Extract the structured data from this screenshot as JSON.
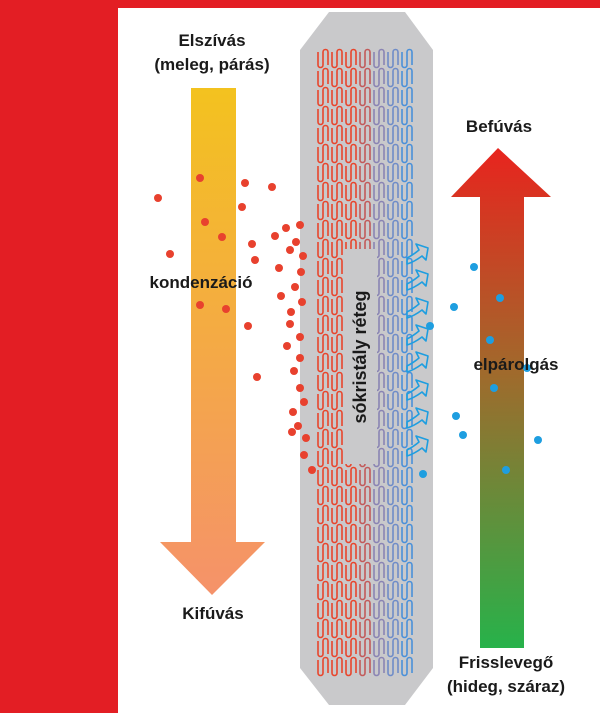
{
  "labels": {
    "exhaust_in_line1": "Elszívás",
    "exhaust_in_line2": "(meleg, párás)",
    "exhaust_out": "Kifúvás",
    "supply_out": "Befúvás",
    "fresh_air_line1": "Frisslevegő",
    "fresh_air_line2": "(hideg, száraz)",
    "condensation": "kondenzáció",
    "evaporation": "elpárolgás",
    "salt_layer": "sókristály réteg"
  },
  "colors": {
    "brand_red": "#e31e24",
    "exchanger_gray": "#c9c9cb",
    "warm_fin": "#e8452c",
    "mid_fin": "#8a84b4",
    "cool_fin": "#4a90d9",
    "droplet_red": "#e8412e",
    "droplet_blue": "#1e9ee0",
    "arrow_warm_top": "#f3c21f",
    "arrow_warm_bottom": "#f5926a",
    "arrow_cool_top": "#e8241e",
    "arrow_cool_bottom": "#27b24a"
  },
  "icons": {
    "vapor_out": "vapor-curl-icon"
  }
}
